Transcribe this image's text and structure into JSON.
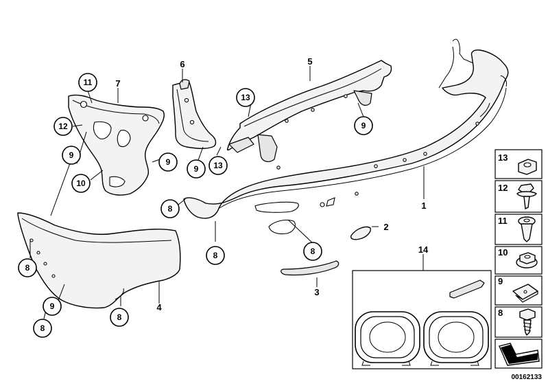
{
  "diagram": {
    "callouts": {
      "c11": "11",
      "c12": "12",
      "c9a": "9",
      "c10": "10",
      "c9b": "9",
      "c9c": "9",
      "c13a": "13",
      "c13b": "13",
      "c9d": "9",
      "c8a": "8",
      "c8b": "8",
      "c8c": "8",
      "c8d": "8",
      "c8e": "8",
      "c8f": "8",
      "c9e": "9"
    },
    "labels": {
      "l1": "1",
      "l2": "2",
      "l3": "3",
      "l4": "4",
      "l5": "5",
      "l6": "6",
      "l7": "7",
      "l14": "14"
    },
    "legend": [
      {
        "num": "13",
        "icon": "nut-icon"
      },
      {
        "num": "12",
        "icon": "screw-icon"
      },
      {
        "num": "11",
        "icon": "expanding-rivet-icon"
      },
      {
        "num": "10",
        "icon": "flange-nut-icon"
      },
      {
        "num": "9",
        "icon": "clip-nut-icon"
      },
      {
        "num": "8",
        "icon": "self-tapping-screw-icon"
      },
      {
        "num": "",
        "icon": "seal-strip-icon"
      }
    ],
    "code": "00162133"
  }
}
